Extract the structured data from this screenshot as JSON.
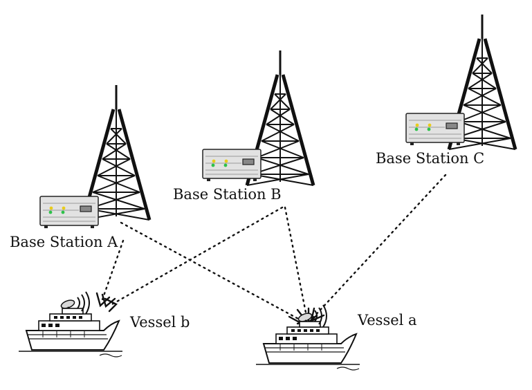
{
  "labels": {
    "station_a": "Base Station A",
    "station_b": "Base Station B",
    "station_c": "Base Station C",
    "vessel_a": "Vessel a",
    "vessel_b": "Vessel b"
  },
  "icons": {
    "tower": "lattice-radio-tower-icon",
    "base_station": "base-station-unit-icon",
    "ship": "ship-icon",
    "link": "dotted-arrow-link"
  },
  "colors": {
    "ink": "#111111",
    "unit_body": "#e2e2e2",
    "led_green": "#2ec14a",
    "led_yellow": "#e8cc1c"
  }
}
